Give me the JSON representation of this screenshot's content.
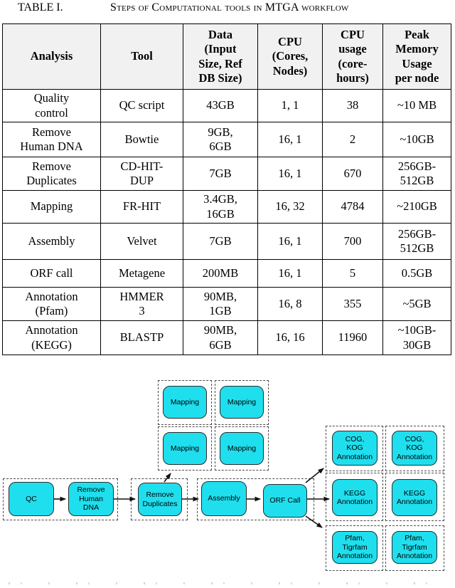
{
  "title": {
    "label": "TABLE I.",
    "subtitle": "Steps of Computational tools in MTGA workflow"
  },
  "table": {
    "headers": [
      "Analysis",
      "Tool",
      "Data\n(Input\nSize, Ref\nDB Size)",
      "CPU\n(Cores,\nNodes)",
      "CPU\nusage\n(core-\nhours)",
      "Peak\nMemory\nUsage\nper node"
    ],
    "rows": [
      [
        "Quality\ncontrol",
        "QC script",
        "43GB",
        "1, 1",
        "38",
        "~10 MB"
      ],
      [
        "Remove\nHuman DNA",
        "Bowtie",
        "9GB,\n6GB",
        "16, 1",
        "2",
        "~10GB"
      ],
      [
        "Remove\nDuplicates",
        "CD-HIT-\nDUP",
        "7GB",
        "16, 1",
        "670",
        "256GB-\n512GB"
      ],
      [
        "Mapping",
        "FR-HIT",
        "3.4GB,\n16GB",
        "16, 32",
        "4784",
        "~210GB"
      ],
      [
        "Assembly",
        "Velvet",
        "7GB",
        "16, 1",
        "700",
        "256GB-\n512GB"
      ],
      [
        "ORF call",
        "Metagene",
        "200MB",
        "16, 1",
        "5",
        "0.5GB"
      ],
      [
        "Annotation\n(Pfam)",
        "HMMER\n3",
        "90MB,\n1GB",
        "16, 8",
        "355",
        "~5GB"
      ],
      [
        "Annotation\n(KEGG)",
        "BLASTP",
        "90MB,\n6GB",
        "16, 16",
        "11960",
        "~10GB-\n30GB"
      ]
    ]
  },
  "diagram": {
    "nodes": {
      "qc": "QC",
      "remove_human_dna": "Remove\nHuman\nDNA",
      "remove_duplicates": "Remove\nDuplicates",
      "mapping": "Mapping",
      "assembly": "Assembly",
      "orf_call": "ORF Call",
      "cog_kog": "COG,\nKOG\nAnnotation",
      "kegg": "KEGG\nAnnotation",
      "pfam_tigrfam": "Pfam,\nTigrfam\nAnnotation"
    },
    "colors": {
      "node_fill": "#1fdfee",
      "node_border": "#2b2b2b",
      "dashed_border": "#4a4a4a",
      "header_bg": "#f1f1f1",
      "table_border": "#000000"
    }
  }
}
